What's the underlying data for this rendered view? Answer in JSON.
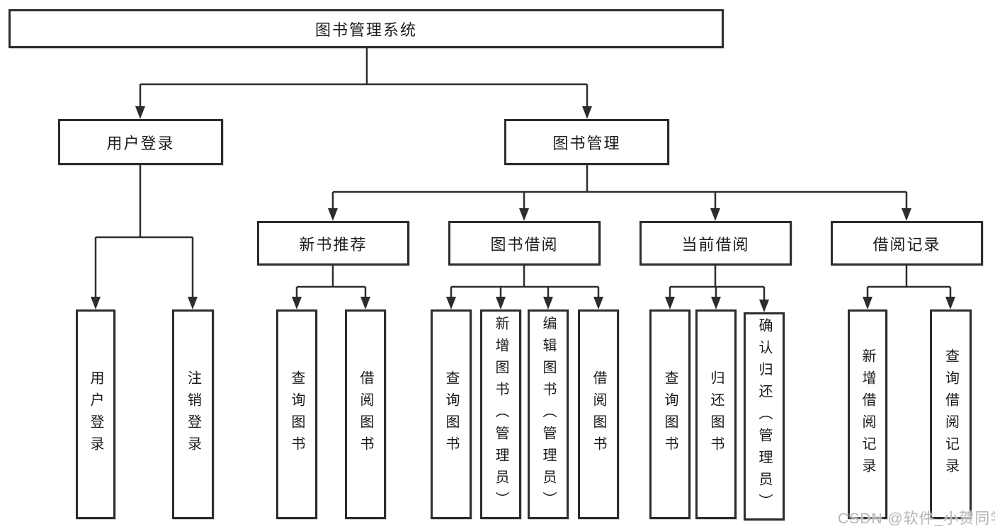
{
  "diagram": {
    "root": {
      "label": "图书管理系统"
    },
    "branches": [
      {
        "label": "用户登录",
        "children": [
          {
            "label": "用户登录"
          },
          {
            "label": "注销登录"
          }
        ]
      },
      {
        "label": "图书管理",
        "children": [
          {
            "label": "新书推荐",
            "children": [
              {
                "label": "查询图书"
              },
              {
                "label": "借阅图书"
              }
            ]
          },
          {
            "label": "图书借阅",
            "children": [
              {
                "label": "查询图书"
              },
              {
                "label": "新增图书（管理员）"
              },
              {
                "label": "编辑图书（管理员）"
              },
              {
                "label": "借阅图书"
              }
            ]
          },
          {
            "label": "当前借阅",
            "children": [
              {
                "label": "查询图书"
              },
              {
                "label": "归还图书"
              },
              {
                "label": "确认归还（管理员）"
              }
            ]
          },
          {
            "label": "借阅记录",
            "children": [
              {
                "label": "新增借阅记录"
              },
              {
                "label": "查询借阅记录"
              }
            ]
          }
        ]
      }
    ],
    "watermark": "CSDN @软件_小贺同学",
    "colors": {
      "line": "#2d2d2d",
      "text": "#1c1c1c",
      "watermark": "#b5b5b5",
      "background": "#ffffff"
    }
  }
}
